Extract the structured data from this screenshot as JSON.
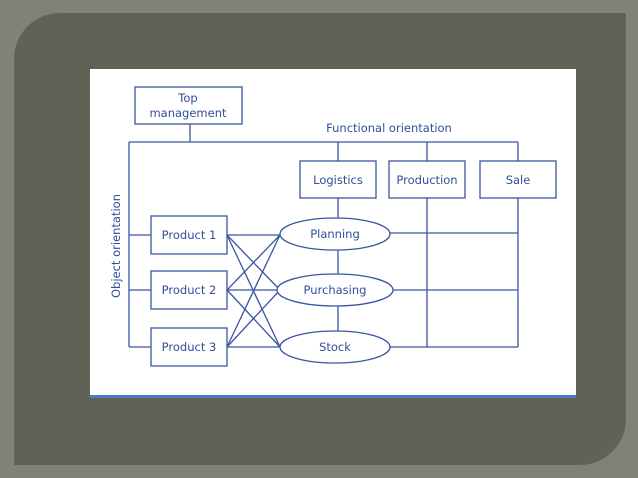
{
  "diagram": {
    "top_management": [
      "Top",
      "management"
    ],
    "functional_orientation": "Functional orientation",
    "object_orientation": "Object orientation",
    "functions": [
      "Logistics",
      "Production",
      "Sale"
    ],
    "products": [
      "Product 1",
      "Product 2",
      "Product 3"
    ],
    "activities": [
      "Planning",
      "Purchasing",
      "Stock"
    ]
  }
}
